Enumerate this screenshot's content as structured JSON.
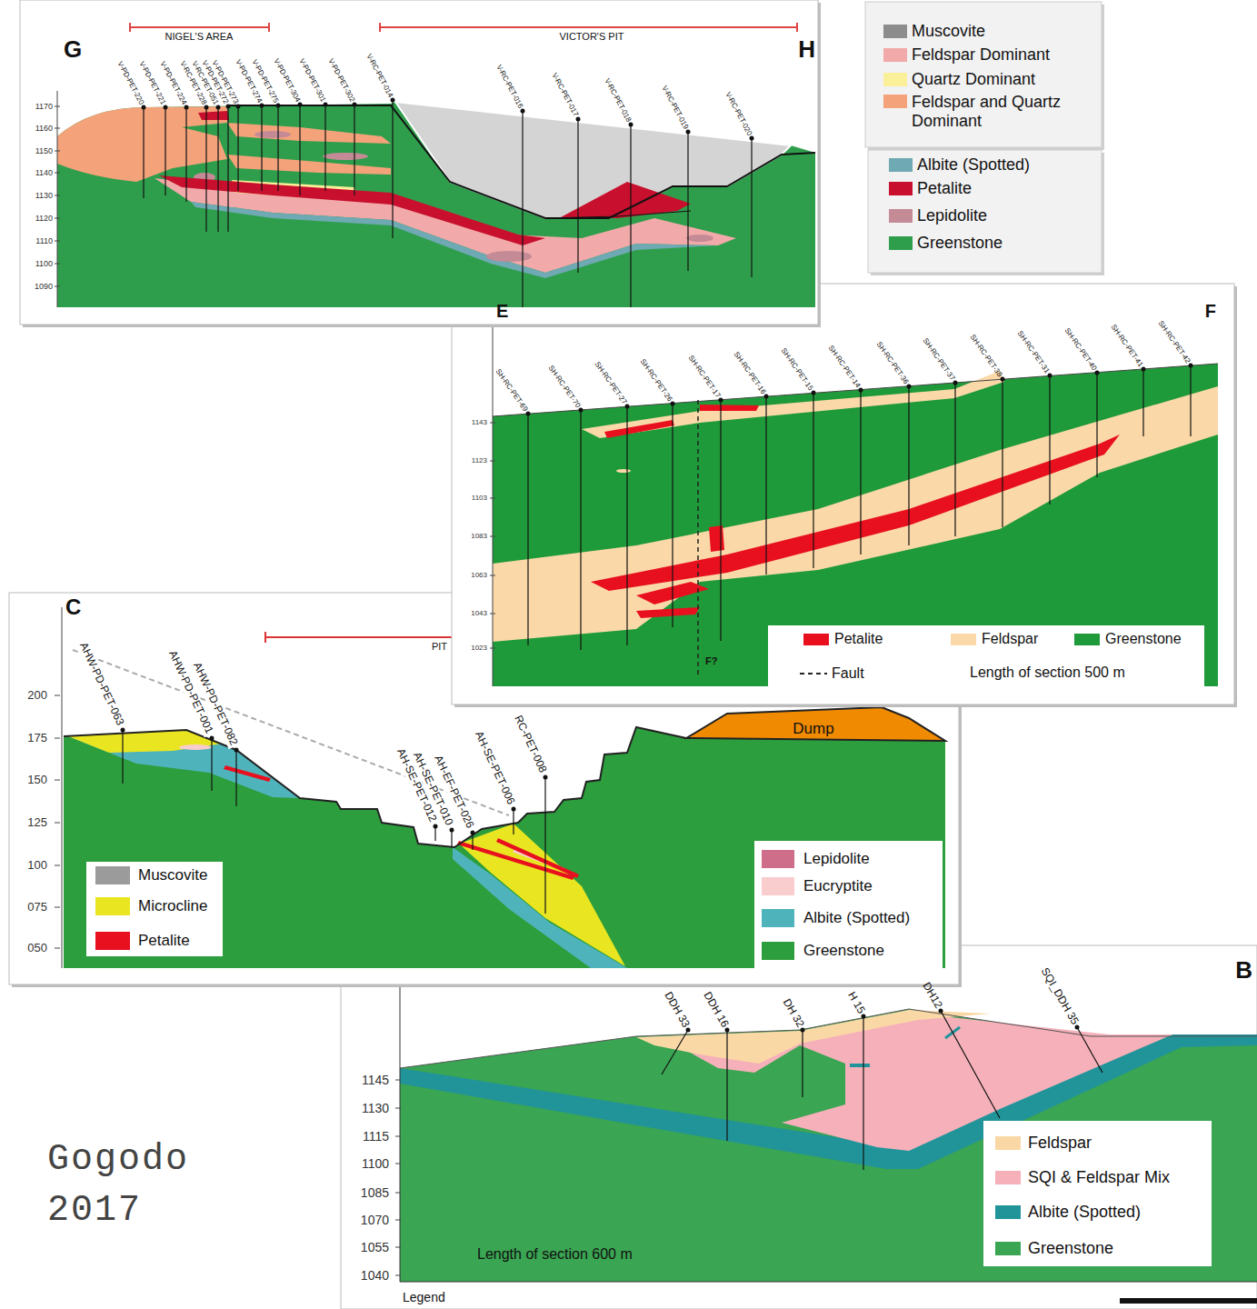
{
  "diagram": {
    "caption": "Gogodo 2017",
    "labels": [
      "G",
      "H",
      "NIGEL'S AREA",
      "VICTOR'S PIT",
      "V-PD-PET-220",
      "V-PD-PET-221",
      "V-PD-PET-224",
      "V-RC-PET-228",
      "V-RC-PET-051",
      "V-PD-PET-272",
      "V-PD-PET-273",
      "V-PD-PET-274",
      "V-PD-PET-275",
      "V-PD-PET-304",
      "V-PD-PET-301",
      "V-PD-PET-302",
      "V-RC-PET-014",
      "V-RC-PET-016",
      "V-RC-PET-017",
      "V-RC-PET-018",
      "V-RC-PET-019",
      "V-RC-PET-020",
      "1170",
      "1160",
      "1150",
      "1140",
      "1130",
      "1120",
      "1110",
      "1100",
      "1090",
      "E",
      "F",
      "SH-RC-PET-69",
      "SH-RC-PET-70",
      "SH-RC-PET-27",
      "SH-RC-PET-26",
      "SH-RC-PET-17",
      "SH-RC-PET-16",
      "SH-RC-PET-15",
      "SH-RC-PET-14",
      "SH-RC-PET-36",
      "SH-RC-PET-37",
      "SH-RC-PET-38",
      "SH-RC-PET-31",
      "SH-RC-PET-40",
      "SH-RC-PET-41",
      "SH-RC-PET-42",
      "1143",
      "1123",
      "1103",
      "1083",
      "1063",
      "1043",
      "1023",
      "F?",
      "Length of section 500 m",
      "C",
      "PIT",
      "Dump",
      "AHW-PD-PET-063",
      "AHW-PD-PET-001",
      "AHW-PD-PET-082",
      "AH-SE-PET-012",
      "AH-SE-PET-010",
      "AH-EF-PET-026",
      "AH-SE-PET-006",
      "RC-PET-008",
      "200",
      "175",
      "150",
      "125",
      "100",
      "075",
      "050",
      "B",
      "DDH 33",
      "DDH 16",
      "DH 32",
      "H 15",
      "DH12",
      "SQI_DDH 35",
      "1145",
      "1130",
      "1115",
      "1100",
      "1085",
      "1070",
      "1055",
      "1040",
      "Length of section 600 m",
      "Legend"
    ],
    "legend": [
      {
        "text": "Muscovite",
        "color": "#8c8c8c"
      },
      {
        "text": "Feldspar Dominant",
        "color": "#f2a9a9"
      },
      {
        "text": "Quartz Dominant",
        "color": "#fbf09a"
      },
      {
        "text": "Feldspar and Quartz Dominant",
        "color": "#f4a27a"
      },
      {
        "text": "Albite (Spotted)",
        "color": "#6fa9b3"
      },
      {
        "text": "Petalite",
        "color": "#c8102e"
      },
      {
        "text": "Lepidolite",
        "color": "#c48a95"
      },
      {
        "text": "Greenstone",
        "color": "#2f9e4c"
      },
      {
        "text": "Petalite",
        "color": "#e8101e"
      },
      {
        "text": "Feldspar",
        "color": "#fbd8a8"
      },
      {
        "text": "Greenstone",
        "color": "#1f9a3a"
      },
      {
        "text": "Fault"
      },
      {
        "text": "Muscovite",
        "color": "#9b9b9b"
      },
      {
        "text": "Microcline",
        "color": "#e9e521"
      },
      {
        "text": "Petalite",
        "color": "#e8101e"
      },
      {
        "text": "Lepidolite",
        "color": "#cf6e8a"
      },
      {
        "text": "Eucryptite",
        "color": "#f9cccd"
      },
      {
        "text": "Albite (Spotted)",
        "color": "#4fb3bb"
      },
      {
        "text": "Greenstone",
        "color": "#2d9e3d"
      },
      {
        "text": "Feldspar",
        "color": "#fad8a6"
      },
      {
        "text": "SQI & Feldspar Mix",
        "color": "#f5b0b9"
      },
      {
        "text": "Albite (Spotted)",
        "color": "#21949a"
      },
      {
        "text": "Greenstone",
        "color": "#3aa552"
      }
    ]
  }
}
